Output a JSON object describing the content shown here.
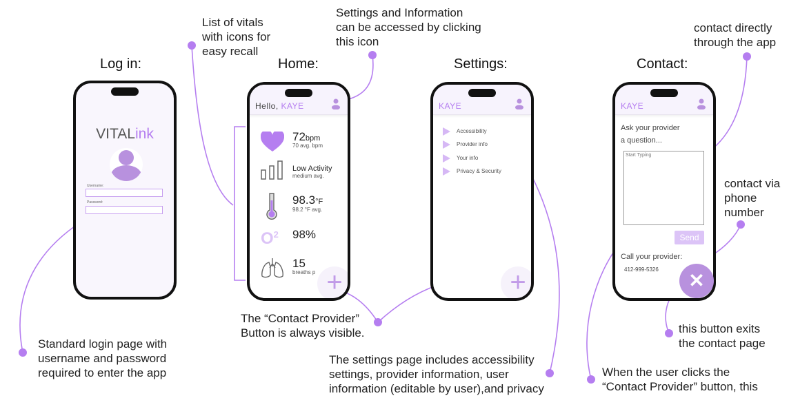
{
  "notes": {
    "vitals": [
      "List of vitals",
      "with icons for",
      "easy recall"
    ],
    "settings_icon": [
      "Settings and Information",
      "can be accessed by clicking",
      "this icon"
    ],
    "contact_direct": [
      "contact directly",
      "through the app"
    ],
    "contact_phone": [
      "contact via",
      "phone",
      "number"
    ],
    "contact_button": [
      "The “Contact Provider”",
      "Button is always visible."
    ],
    "exit_button": [
      "this button exits",
      "the contact page"
    ],
    "login": [
      "Standard login page with",
      "username and password",
      "required to enter the app"
    ],
    "settings_page": [
      "The settings page includes accessibility",
      "settings, provider information, user",
      "information (editable by user),and privacy"
    ],
    "when_clicks": [
      "When the user clicks the",
      "“Contact Provider” button, this"
    ]
  },
  "titles": {
    "login": "Log in:",
    "home": "Home:",
    "settings": "Settings:",
    "contact": "Contact:"
  },
  "login": {
    "logo_a": "VITAL",
    "logo_b": "ink",
    "username_label": "Username:",
    "password_label": "Password:"
  },
  "home": {
    "hello": "Hello, ",
    "user": "KAYE",
    "vitals": [
      {
        "icon": "heart-icon",
        "value": "72",
        "unit": "bpm",
        "sub": "70 avg. bpm"
      },
      {
        "icon": "activity-bars-icon",
        "value": "Low Activity",
        "unit": "",
        "sub": "medium avg."
      },
      {
        "icon": "thermometer-icon",
        "value": "98.3",
        "unit": "°F",
        "sub": "98.2 °F avg."
      },
      {
        "icon": "oxygen-icon",
        "value": "98%",
        "unit": "",
        "sub": ""
      },
      {
        "icon": "lungs-icon",
        "value": "15",
        "unit": "",
        "sub": "breaths p"
      }
    ],
    "fab": "+"
  },
  "settings": {
    "user": "KAYE",
    "items": [
      "Accessibility",
      "Provider info",
      "Your info",
      "Privacy & Security"
    ],
    "fab": "+"
  },
  "contact": {
    "user": "KAYE",
    "prompt": [
      "Ask your provider",
      "a question..."
    ],
    "placeholder": "Start Typing",
    "send": "Send",
    "call": "Call your provider:",
    "phone": "412-999-5326",
    "close": "✕"
  },
  "colors": {
    "accent": "#b57ef0",
    "light": "#d6b8f5",
    "bg": "#f7f3fd"
  }
}
